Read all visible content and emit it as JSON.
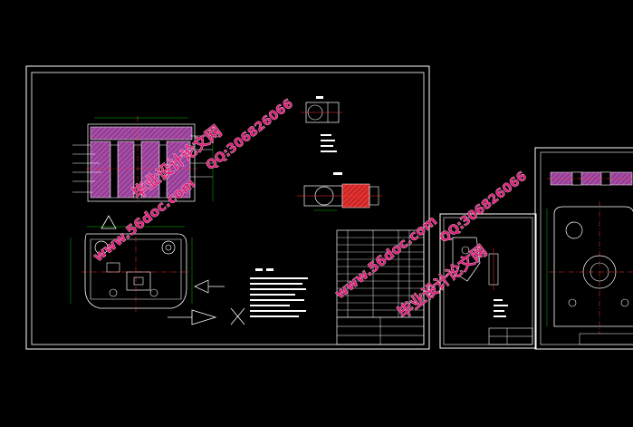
{
  "watermarks": [
    {
      "text": "www.56doc.com"
    },
    {
      "text": "毕业设计论文网"
    },
    {
      "text": "QQ:306826066"
    },
    {
      "text": "www.56doc.com"
    },
    {
      "text": "毕业设计论文网"
    },
    {
      "text": "QQ:306826066"
    }
  ],
  "colors": {
    "background": "#000000",
    "lines": "#ffffff",
    "section_fill": "#a64ca6",
    "section_highlight": "#e03030",
    "dimension": "#00c000",
    "centerline": "#ff3030",
    "watermark": "#e0207a"
  }
}
